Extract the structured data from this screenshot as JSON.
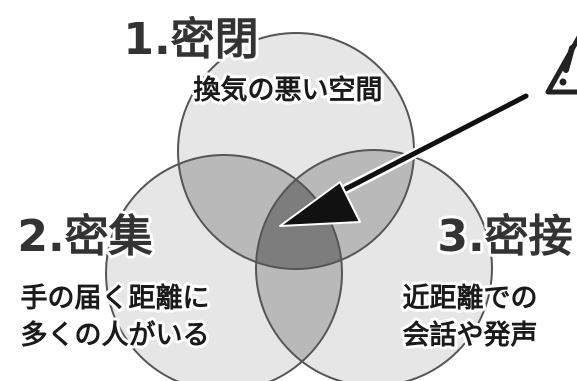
{
  "circles": [
    {
      "number_label": "1.密閉",
      "description_lines": [
        "換気の悪い空間"
      ]
    },
    {
      "number_label": "2.密集",
      "description_lines": [
        "手の届く距離に",
        "多くの人がいる"
      ]
    },
    {
      "number_label": "3.密接",
      "description_lines": [
        "近距離での",
        "会話や発声"
      ]
    }
  ],
  "colors": {
    "circle_fill": "#e6e6e6",
    "pair_overlap_fill": "#b9b9b9",
    "center_overlap_fill": "#7d7d7d",
    "outline": "#555555",
    "arrow": "#111111"
  },
  "icons": [
    "warning-triangle-icon",
    "pointer-arrow-icon"
  ]
}
